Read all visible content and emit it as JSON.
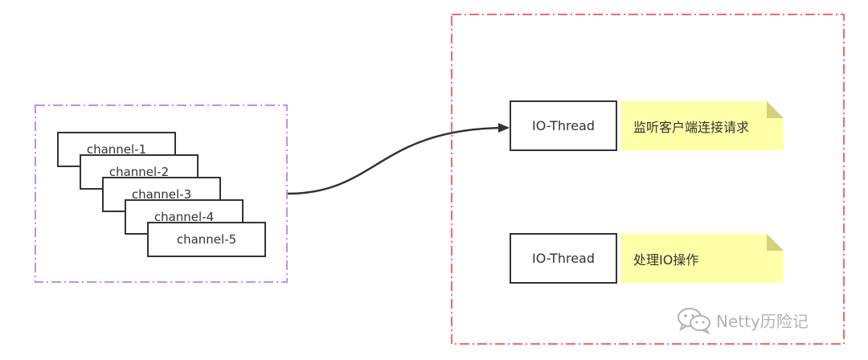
{
  "diagram": {
    "channels": [
      "channel-1",
      "channel-2",
      "channel-3",
      "channel-4",
      "channel-5"
    ],
    "threads": [
      {
        "label": "IO-Thread",
        "note": "监听客户端连接请求"
      },
      {
        "label": "IO-Thread",
        "note": "处理IO操作"
      }
    ],
    "colors": {
      "channel_group_border": "#c48cf5",
      "io_group_border": "#f46a6a",
      "note_fill": "#ffffa8",
      "note_fold": "#d2d27a",
      "stroke": "#333333",
      "watermark": "#b3b3b3"
    }
  },
  "watermark": {
    "text": "Netty历险记",
    "icon": "wechat-icon"
  }
}
